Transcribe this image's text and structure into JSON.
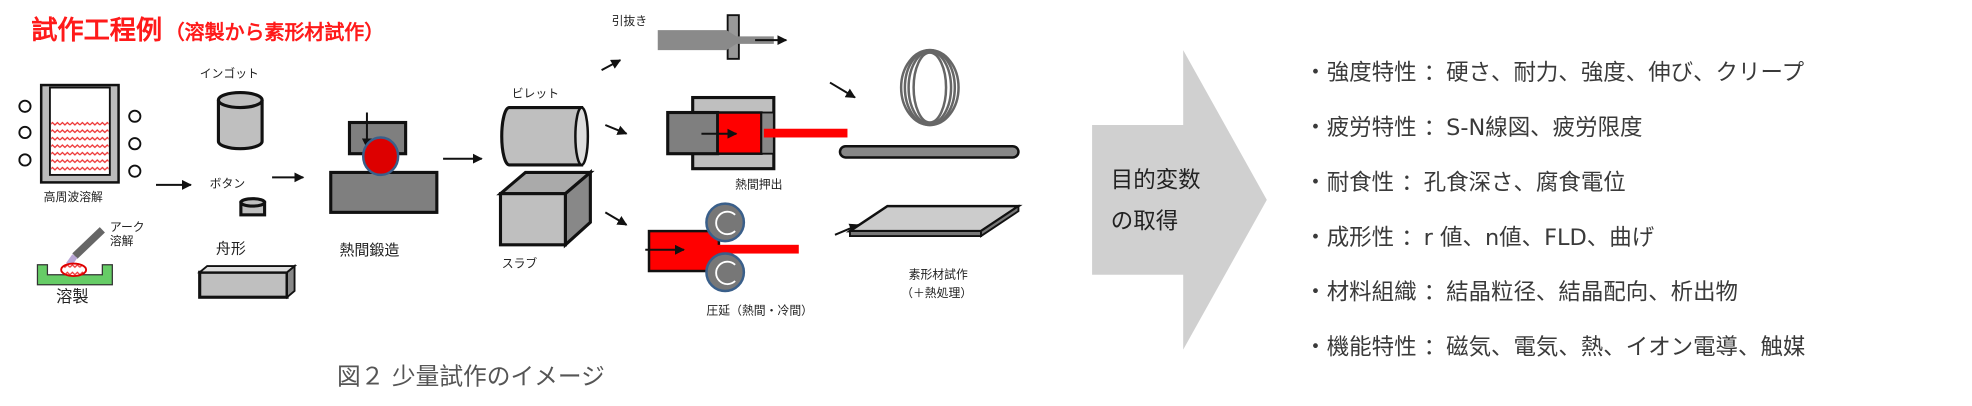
{
  "title": {
    "main": "試作工程例",
    "sub": "（溶製から素形材試作）"
  },
  "labels": {
    "induction_melting": "高周波溶解",
    "arc_melting_1": "アーク",
    "arc_melting_2": "溶解",
    "melting": "溶製",
    "ingot": "インゴット",
    "button": "ボタン",
    "boat": "舟形",
    "hot_forging": "熱間鍛造",
    "billet": "ビレット",
    "slab": "スラブ",
    "drawing": "引抜き",
    "hot_extrusion": "熱間押出",
    "rolling": "圧延（熱間・冷間）",
    "product_1": "素形材試作",
    "product_2": "（＋熱処理）"
  },
  "caption": "図２  少量試作のイメージ",
  "arrow_text": [
    "目的変数",
    "の取得"
  ],
  "properties": [
    "・強度特性 ：硬さ、耐力、強度、伸び、クリープ",
    "・疲労特性 ：S-N線図、疲労限度",
    "・耐食性  ：孔食深さ、腐食電位",
    "・成形性  ：r 値、n値、FLD、曲げ",
    "・材料組織 ：結晶粒径、結晶配向、析出物",
    "・機能特性 ：磁気、電気、熱、イオン電導、触媒"
  ],
  "colors": {
    "accent_red": "#ff1a1a",
    "arrow_gray": "#d0d0d0"
  }
}
